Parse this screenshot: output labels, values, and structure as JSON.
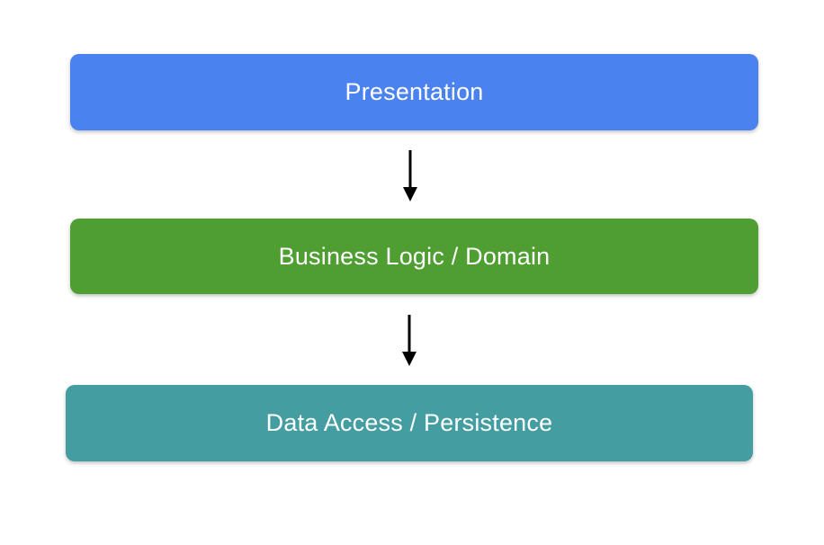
{
  "diagram": {
    "type": "layered-architecture-flow",
    "background": "#ffffff",
    "text_color": "#ffffff",
    "arrow_color": "#000000",
    "layers": [
      {
        "label": "Presentation",
        "color": "#4a82f0"
      },
      {
        "label": "Business Logic / Domain",
        "color": "#4e9e31"
      },
      {
        "label": "Data Access / Persistence",
        "color": "#449da0"
      }
    ],
    "arrows": [
      {
        "from": "Presentation",
        "to": "Business Logic / Domain"
      },
      {
        "from": "Business Logic / Domain",
        "to": "Data Access / Persistence"
      }
    ]
  }
}
